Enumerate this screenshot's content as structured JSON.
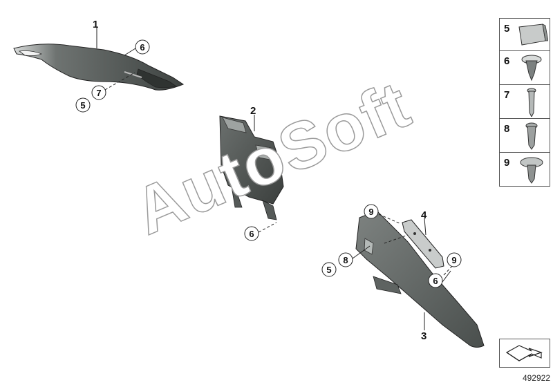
{
  "watermark": "AutoSoft",
  "diagram_number": "492922",
  "callouts": {
    "part_1": "1",
    "part_2": "2",
    "part_3": "3",
    "part_4": "4",
    "top_6": "6",
    "top_5": "5",
    "top_7": "7",
    "mid_6": "6",
    "right_9_top": "9",
    "right_9_low": "9",
    "right_8": "8",
    "right_5": "5",
    "right_6": "6"
  },
  "legend": [
    "5",
    "6",
    "7",
    "8",
    "9"
  ],
  "colors": {
    "panel_dark": "#4f5452",
    "panel_light": "#8c918f",
    "line": "#222222"
  }
}
